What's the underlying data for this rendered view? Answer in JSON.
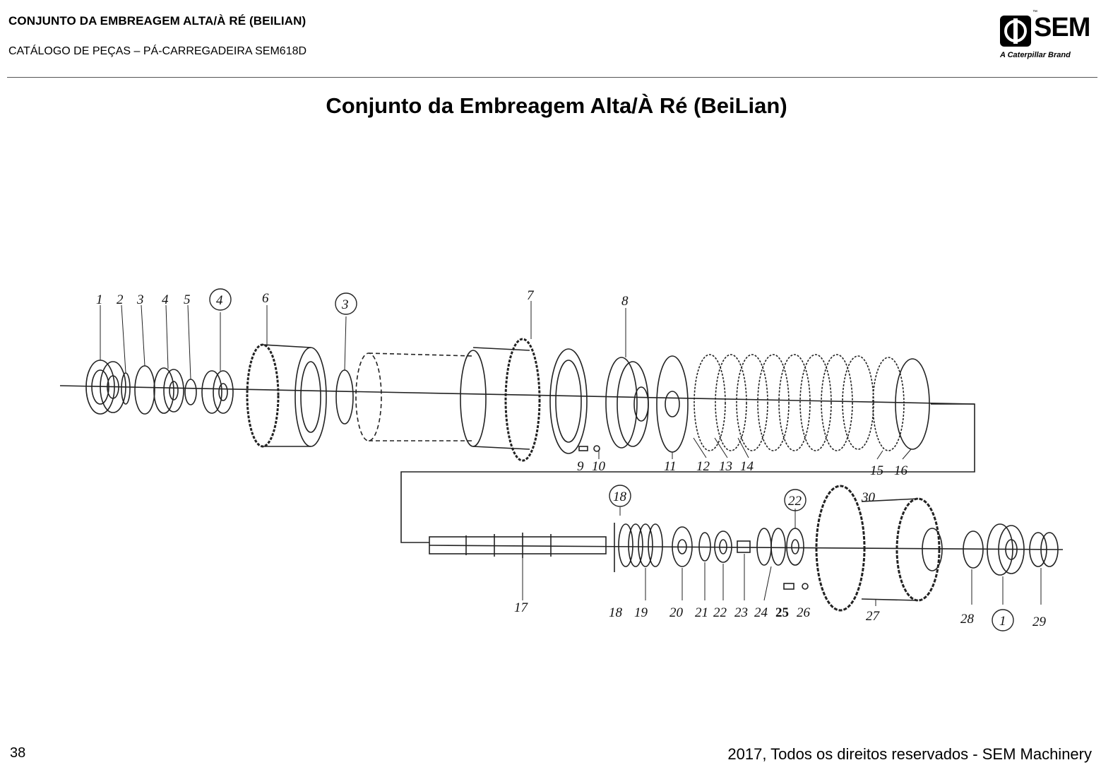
{
  "header": {
    "title": "CONJUNTO DA EMBREAGEM ALTA/À RÉ (BEILIAN)",
    "subtitle": "CATÁLOGO DE PEÇAS – PÁ-CARREGADEIRA SEM618D",
    "logo_word": "SEM",
    "logo_brand": "A Caterpillar Brand"
  },
  "page_title": "Conjunto da Embreagem Alta/À Ré (BeiLian)",
  "diagram": {
    "labels": {
      "p1": "1",
      "p2": "2",
      "p3": "3",
      "p4": "4",
      "p5": "5",
      "p4c": "4",
      "p6": "6",
      "p3c": "3",
      "p7": "7",
      "p8": "8",
      "p9": "9",
      "p10": "10",
      "p11": "11",
      "p12": "12",
      "p13": "13",
      "p14": "14",
      "p15": "15",
      "p16": "16",
      "p17": "17",
      "p18c": "18",
      "p18": "18",
      "p19": "19",
      "p20": "20",
      "p21": "21",
      "p22": "22",
      "p22c": "22",
      "p23": "23",
      "p24": "24",
      "p25": "25",
      "p26": "26",
      "p27": "27",
      "p28": "28",
      "p1c": "1",
      "p29": "29",
      "p30": "30"
    }
  },
  "footer": {
    "page_number": "38",
    "copyright": "2017, Todos os direitos reservados - SEM Machinery"
  }
}
